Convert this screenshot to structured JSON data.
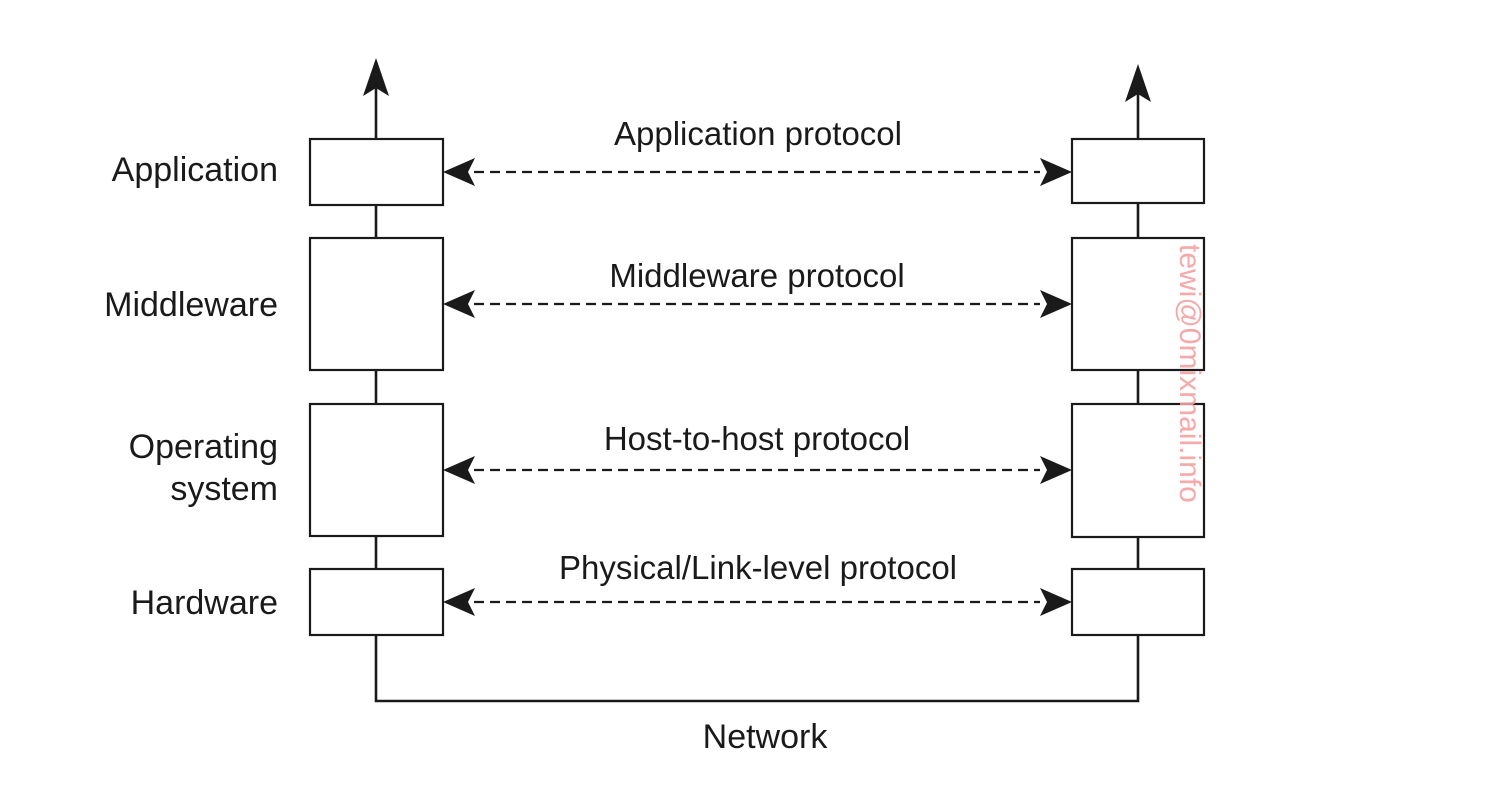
{
  "diagram": {
    "layers": [
      {
        "id": "application",
        "lines": [
          "Application"
        ]
      },
      {
        "id": "middleware",
        "lines": [
          "Middleware"
        ]
      },
      {
        "id": "operating-system",
        "lines": [
          "Operating",
          "system"
        ]
      },
      {
        "id": "hardware",
        "lines": [
          "Hardware"
        ]
      }
    ],
    "protocols": [
      {
        "id": "application",
        "label": "Application protocol"
      },
      {
        "id": "middleware",
        "label": "Middleware protocol"
      },
      {
        "id": "host-to-host",
        "label": "Host-to-host protocol"
      },
      {
        "id": "physical",
        "label": "Physical/Link-level protocol"
      }
    ],
    "network_label": "Network",
    "watermark": "tewi@0mixmail.info"
  }
}
